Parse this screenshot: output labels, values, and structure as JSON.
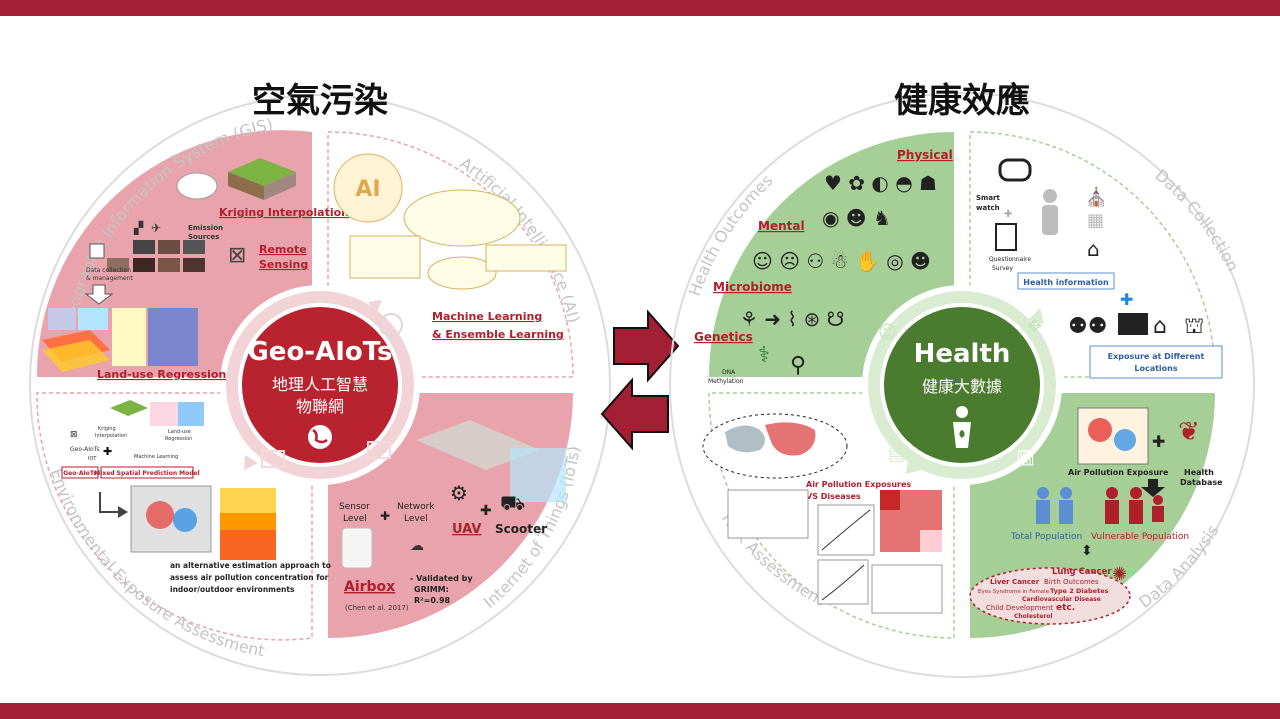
{
  "left": {
    "title": "空氣污染",
    "center_title": "Geo-AIoTs",
    "center_sub1": "地理人工智慧",
    "center_sub2": "物聯網",
    "arc_gis": "Geographic Information System (GIS)",
    "arc_ai": "Artificial Intelligence (AI)",
    "arc_iot": "Internet of Things (IoTs)",
    "arc_env": "Environmental Exposure Assessment",
    "gis": {
      "kriging": "Kriging Interpolation",
      "emission1": "Emission",
      "emission2": "Sources",
      "remote1": "Remote",
      "remote2": "Sensing",
      "datacollect1": "Data collection",
      "datacollect2": "& management",
      "landuse": "Land-use Regression"
    },
    "ai": {
      "label": "AI",
      "ml1": "Machine Learning",
      "ml2": "& Ensemble Learning"
    },
    "iot": {
      "sensor1": "Sensor",
      "sensor2": "Level",
      "network1": "Network",
      "network2": "Level",
      "uav": "UAV",
      "scooter": "Scooter",
      "airbox": "Airbox",
      "validated1": "- Validated by",
      "validated2": "GRIMM:",
      "validated3": "R²=0.98",
      "cite": "(Chen et al. 2017)"
    },
    "env": {
      "kriging_small": "Kriging",
      "interp_small": "Interpolation",
      "landuse_small1": "Land-use",
      "landuse_small2": "Regression",
      "geoaiots_small": "Geo-AIoTs",
      "iot_small": "IOT",
      "ml_small": "Machine Learning",
      "box1": "Geo-AIoTs",
      "box2": "Mixed Spatial Prediction Model",
      "alt1": "an alternative estimation approach to",
      "alt2": "assess air pollution concentration for",
      "alt3": "indoor/outdoor environments"
    }
  },
  "right": {
    "title": "健康效應",
    "center_title": "Health",
    "center_sub": "健康大數據",
    "arc_outcomes": "Health Outcomes",
    "arc_collection": "Data Collection",
    "arc_analysis": "Data Analysis",
    "arc_risk": "Risk Assessment",
    "outcomes": {
      "physical": "Physical",
      "mental": "Mental",
      "microbiome": "Microbiome",
      "genetics": "Genetics",
      "dna1": "DNA",
      "dna2": "Methylation"
    },
    "collection": {
      "smart1": "Smart",
      "smart2": "watch",
      "question1": "Questionnaire",
      "question2": "Survey",
      "health_info": "Health information",
      "exposure1": "Exposure at Different",
      "exposure2": "Locations"
    },
    "analysis": {
      "air_exposure": "Air Pollution Exposure",
      "health_db1": "Health",
      "health_db2": "Database",
      "total_pop": "Total Population",
      "vulnerable_pop": "Vulnerable Population",
      "lung": "Lung Cancer",
      "liver": "Liver Cancer",
      "birth": "Birth Outcomes",
      "eyes": "Eyes Syndrome in Female",
      "diabetes": "Type 2 Diabetes",
      "cardio": "Cardiovascular Disease",
      "child": "Child Development",
      "etc": "etc.",
      "chol": "Cholesterol"
    },
    "risk": {
      "exposures1": "Air Pollution Exposures",
      "exposures2": "VS Diseases"
    }
  },
  "colors": {
    "brand": "#a31f34",
    "pink": "#e8a3ac",
    "green": "#a5cf96",
    "dark_red": "#b8232f",
    "dark_green": "#4a7b2e"
  }
}
